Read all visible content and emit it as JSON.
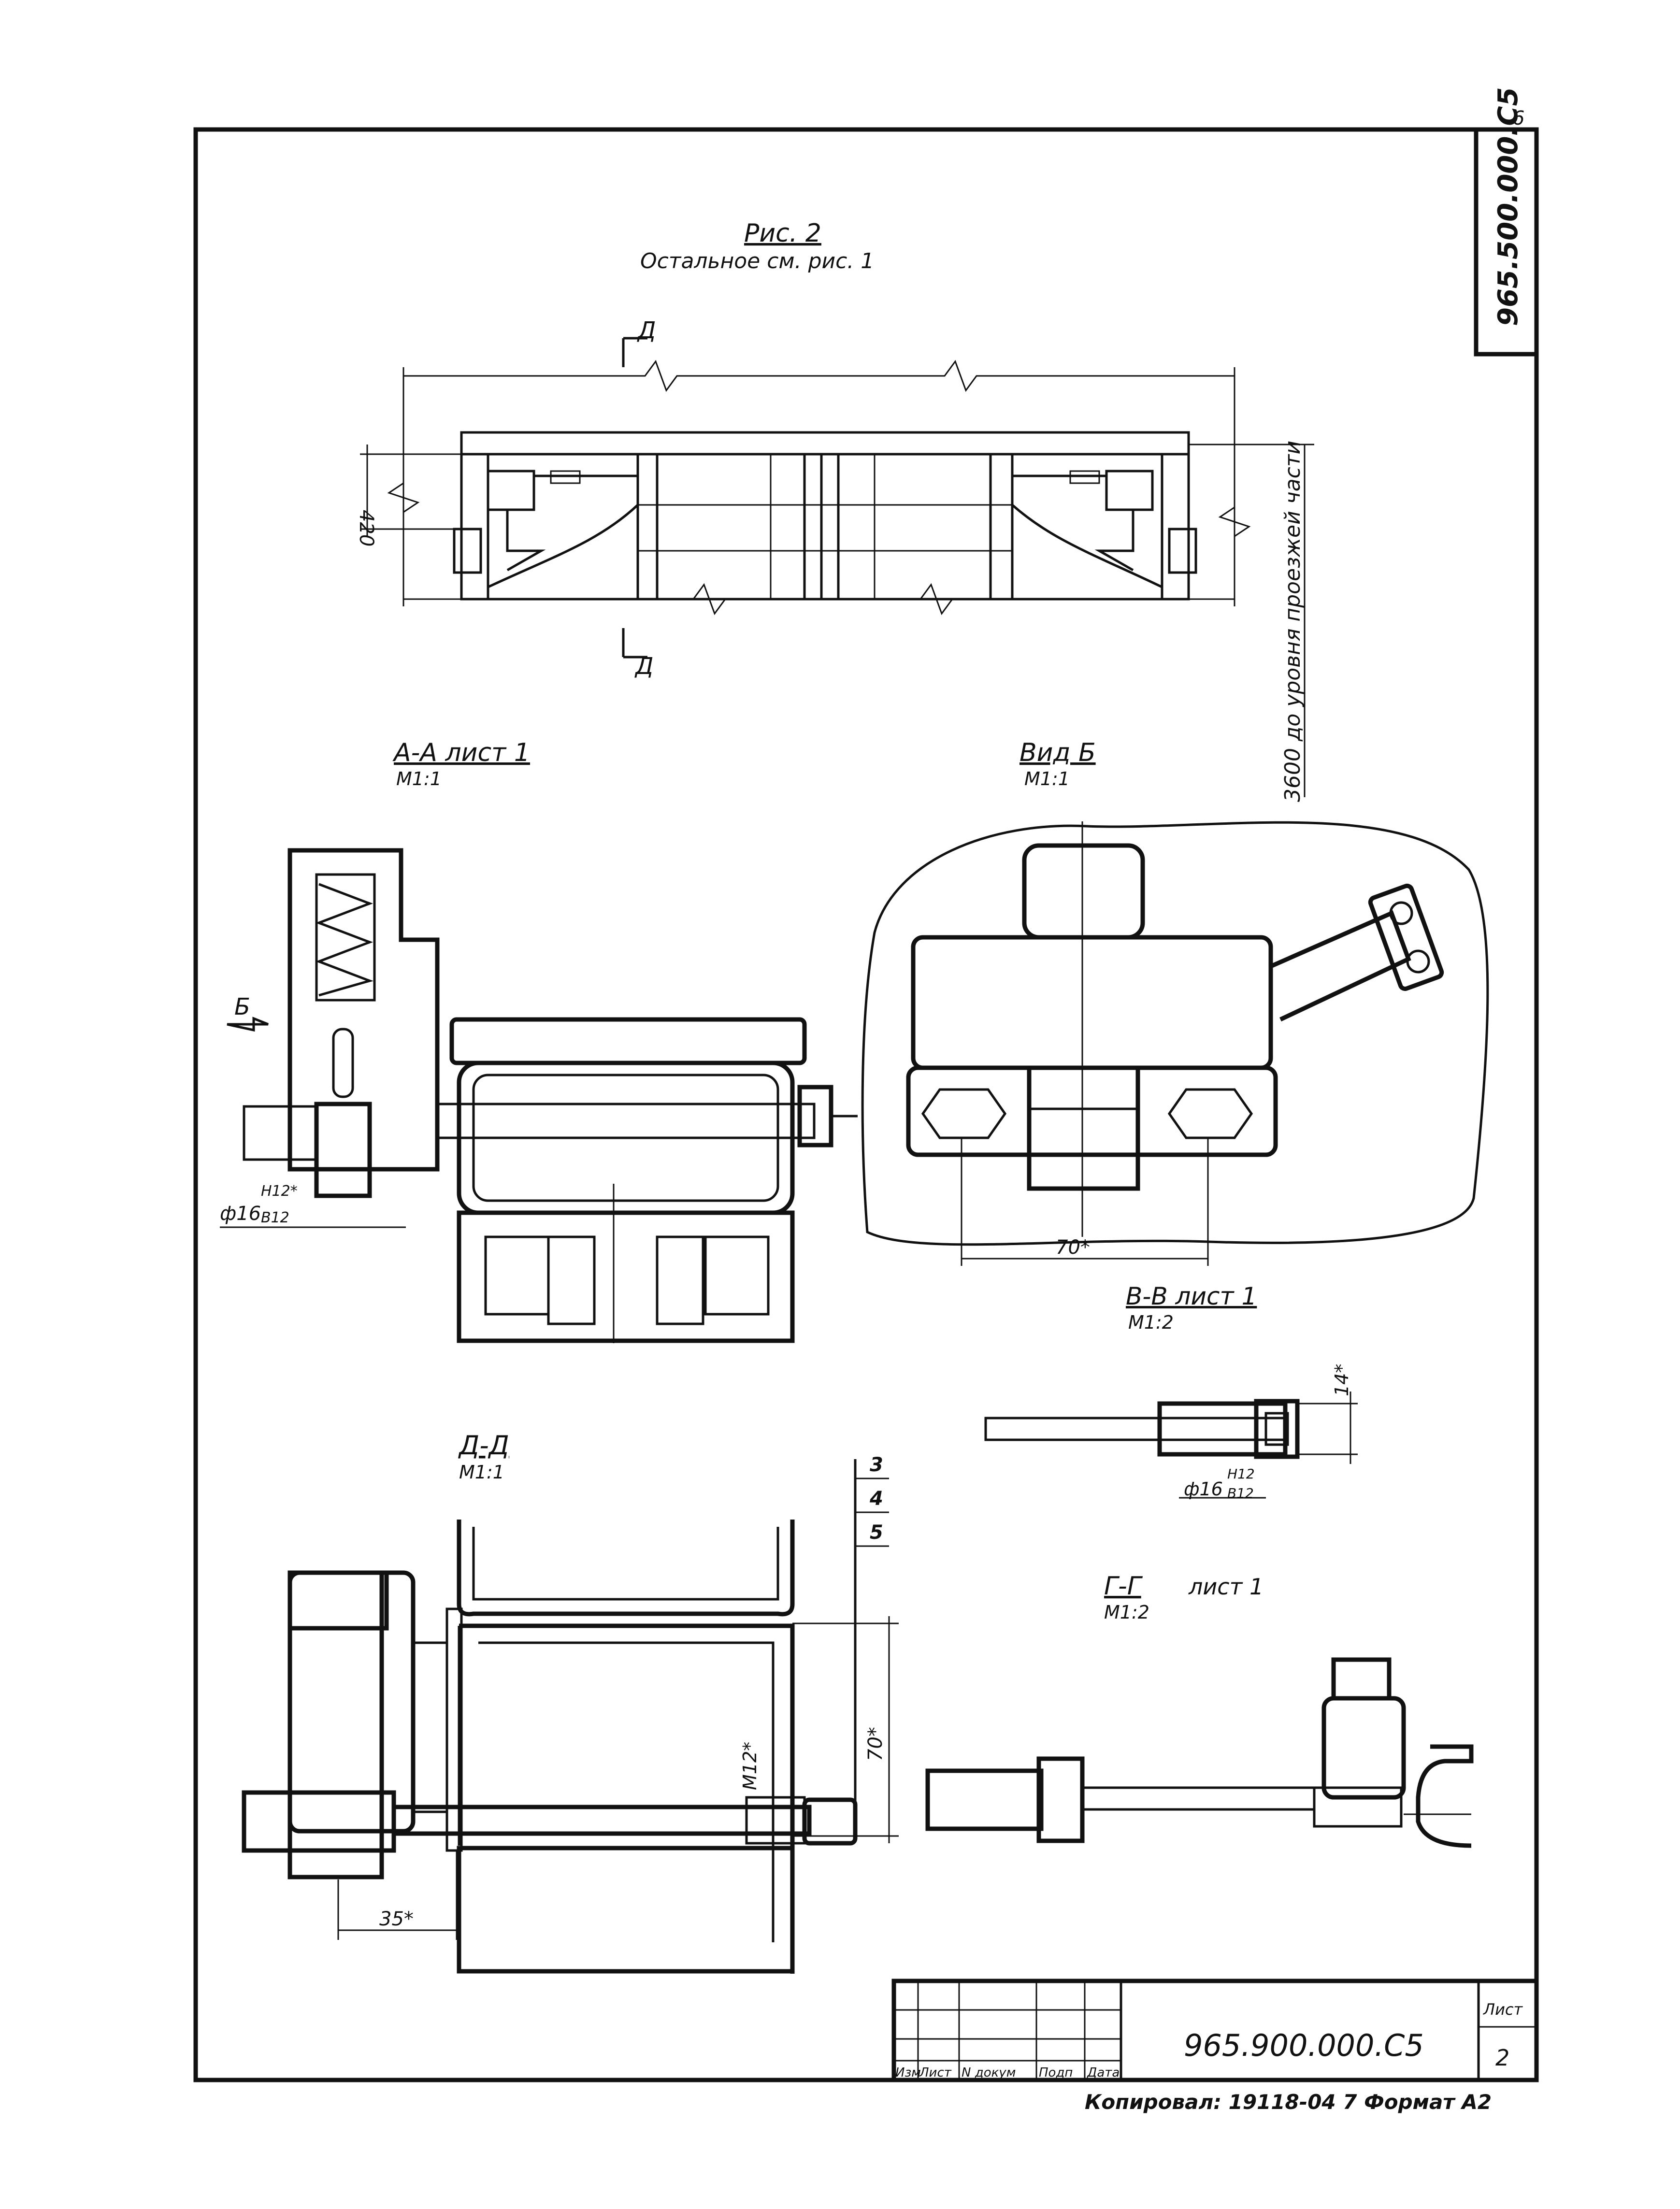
{
  "sheet": {
    "corner_page_number": "6",
    "side_code": "965.500.000.С5",
    "title_block_code": "965.900.000.С5",
    "title_block_headers": [
      "Изм",
      "Лист",
      "N докум",
      "Подп",
      "Дата"
    ],
    "sheet_label": "Лист",
    "sheet_number": "2",
    "footer": "Копировал:   19118-04    7    Формат А2"
  },
  "figure2": {
    "title": "Рис. 2",
    "subtitle": "Остальное см. рис. 1",
    "dim_height": "420",
    "level_note": "3600 до уровня проезжей части",
    "section_mark_top": "Д",
    "section_mark_bottom": "Д"
  },
  "views": {
    "aa": {
      "title": "А-А  лист 1",
      "scale": "М1:1",
      "arrow_label": "Б",
      "fit": "ф16",
      "fit_top": "H12*",
      "fit_bottom": "В12"
    },
    "b": {
      "title": "Вид Б",
      "scale": "М1:1",
      "dim": "70*"
    },
    "vv": {
      "title": "В-В  лист 1",
      "scale": "М1:2",
      "dim": "14*",
      "fit": "ф16",
      "fit_top": "H12",
      "fit_bottom": "В12"
    },
    "dd": {
      "title": "Д-Д",
      "scale": "М1:1",
      "callouts": [
        "3",
        "4",
        "5"
      ],
      "dim_thread": "М12*",
      "dim_height": "70*",
      "dim_offset": "35*"
    },
    "gg": {
      "title": "Г-Г",
      "sheet_ref": "лист 1",
      "scale": "М1:2"
    }
  }
}
